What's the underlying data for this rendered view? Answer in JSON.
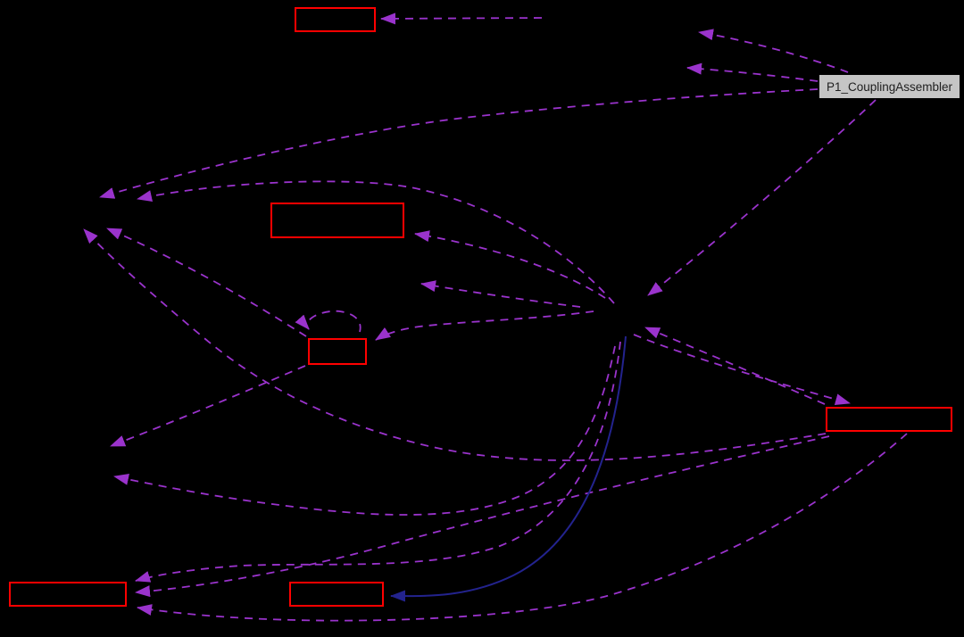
{
  "diagram": {
    "type": "collaboration-graph",
    "background": "#000000",
    "colors": {
      "node_border": "#ff0000",
      "node_fill": "#000000",
      "edge_dashed": "#9a33cc",
      "edge_solid": "#23238e",
      "label_bg": "#c5c5c5",
      "label_text": "#1f1f1f"
    },
    "nodes": [
      {
        "id": "node-top",
        "label": ""
      },
      {
        "id": "node-p1-coupling-assembler",
        "label": "P1_CouplingAssembler"
      },
      {
        "id": "node-middle-wide",
        "label": ""
      },
      {
        "id": "node-small-center",
        "label": ""
      },
      {
        "id": "node-right",
        "label": ""
      },
      {
        "id": "node-bottom-left",
        "label": ""
      },
      {
        "id": "node-bottom-mid",
        "label": ""
      }
    ],
    "edge_styles": {
      "dashed": "uses / template relation (dashed purple)",
      "solid": "inheritance relation (solid dark blue)"
    }
  }
}
